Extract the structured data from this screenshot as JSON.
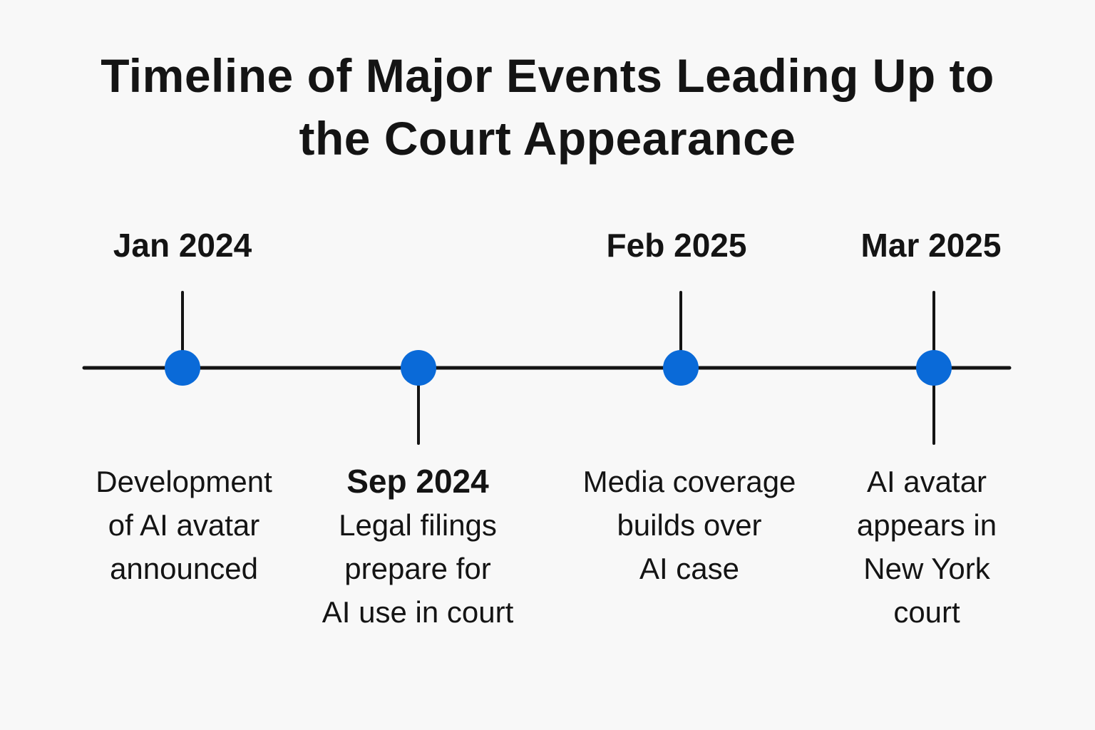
{
  "title_lines": [
    "Timeline of Major Events Leading Up to",
    "the Court Appearance"
  ],
  "colors": {
    "line": "#141414",
    "marker": "#0a6ad8",
    "background": "#f8f8f8"
  },
  "events": [
    {
      "date": "Jan 2024",
      "tick": "up",
      "desc_lines": [
        "Development",
        "of AI avatar",
        "announced"
      ]
    },
    {
      "date": "Sep 2024",
      "tick": "down",
      "desc_lines": [
        "Legal filings",
        "prepare for",
        "AI use in court"
      ]
    },
    {
      "date": "Feb 2025",
      "tick": "up",
      "desc_lines": [
        "Media coverage",
        "builds over",
        "AI case"
      ]
    },
    {
      "date": "Mar 2025",
      "tick": "both",
      "desc_lines": [
        "AI avatar",
        "appears in",
        "New York",
        "court"
      ]
    }
  ]
}
